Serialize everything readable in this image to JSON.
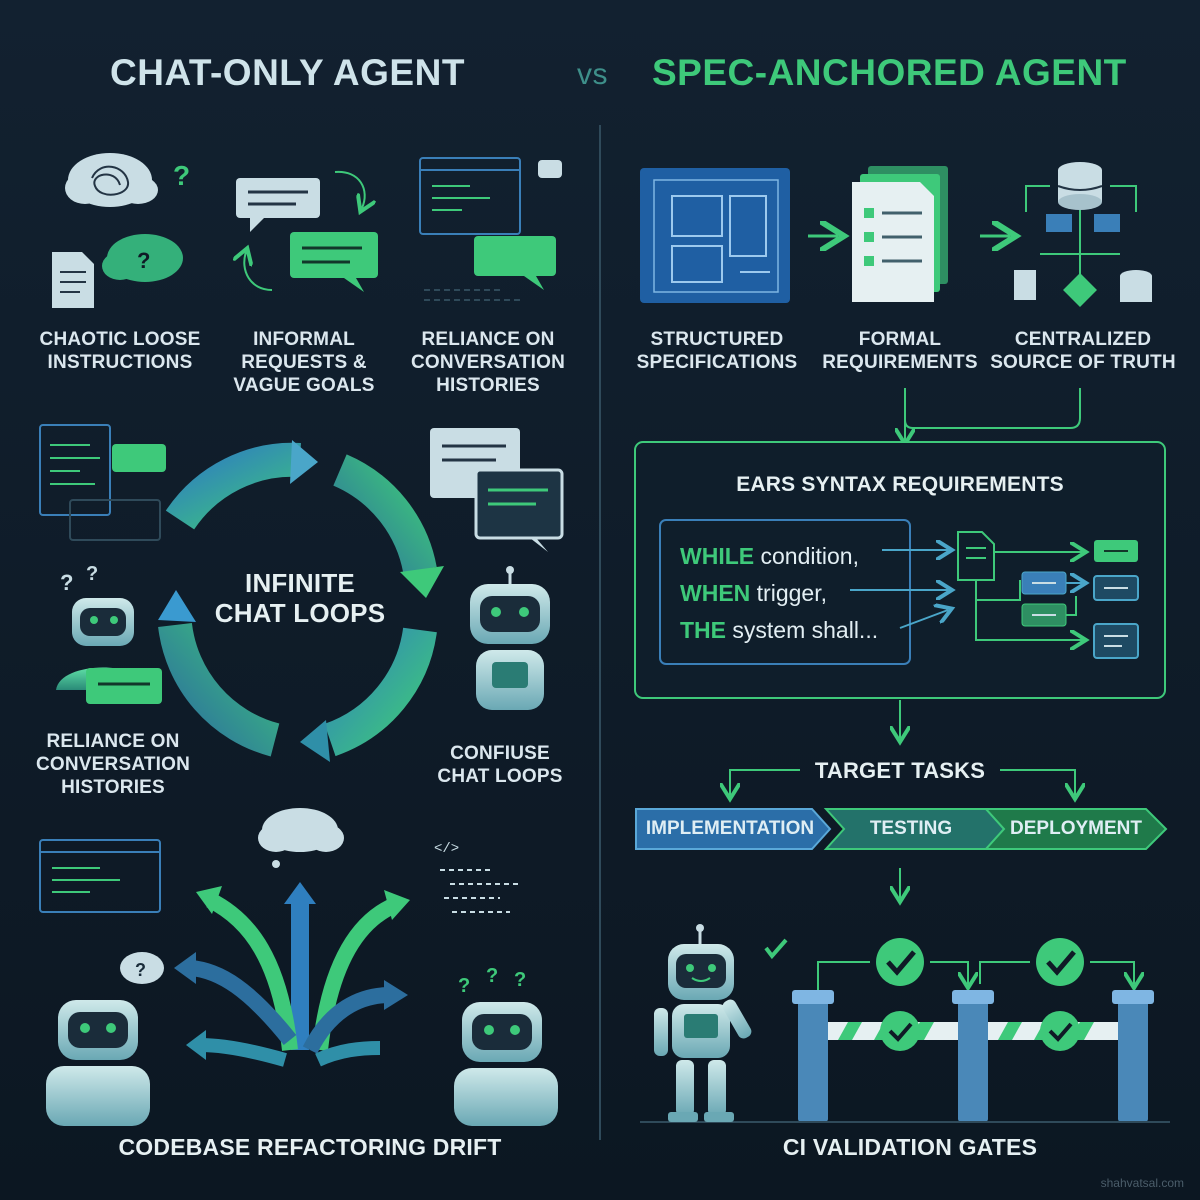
{
  "header": {
    "left_title": "CHAT-ONLY AGENT",
    "vs": "vs",
    "right_title": "SPEC-ANCHORED AGENT"
  },
  "left": {
    "top_items": [
      {
        "lines": [
          "CHAOTIC LOOSE",
          "INSTRUCTIONS"
        ]
      },
      {
        "lines": [
          "INFORMAL",
          "REQUESTS &",
          "VAGUE GOALS"
        ]
      },
      {
        "lines": [
          "RELIANCE ON",
          "CONVERSATION",
          "HISTORIES"
        ]
      }
    ],
    "loop_label": [
      "INFINITE",
      "CHAT LOOPS"
    ],
    "middle_left_label": [
      "RELIANCE ON",
      "CONVERSATION",
      "HISTORIES"
    ],
    "middle_right_label": [
      "CONFIUSE",
      "CHAT LOOPS"
    ],
    "bottom_label": "CODEBASE REFACTORING DRIFT"
  },
  "right": {
    "top_items": [
      {
        "lines": [
          "STRUCTURED",
          "SPECIFICATIONS"
        ]
      },
      {
        "lines": [
          "FORMAL",
          "REQUIREMENTS"
        ]
      },
      {
        "lines": [
          "CENTRALIZED",
          "SOURCE OF TRUTH"
        ]
      }
    ],
    "ears_title": "EARS SYNTAX REQUIREMENTS",
    "ears_lines": [
      {
        "keyword": "WHILE",
        "rest": " condition,"
      },
      {
        "keyword": "WHEN",
        "rest": " trigger,"
      },
      {
        "keyword": "THE",
        "rest": " system shall..."
      }
    ],
    "target_tasks_title": "TARGET TASKS",
    "tasks": [
      "IMPLEMENTATION",
      "TESTING",
      "DEPLOYMENT"
    ],
    "bottom_label": "CI VALIDATION GATES"
  },
  "watermark": "shahvatsal.com",
  "colors": {
    "background": "#0f1a26",
    "accent_green": "#3ec97a",
    "accent_blue": "#3a7fb8",
    "teal": "#3fb8a8"
  },
  "icons": [
    "thought-cloud-icon",
    "document-icon",
    "chat-bubble-icon",
    "code-window-icon",
    "blueprint-icon",
    "stacked-documents-icon",
    "database-icon",
    "robot-icon",
    "checkmark-icon",
    "barrier-gate-icon"
  ]
}
